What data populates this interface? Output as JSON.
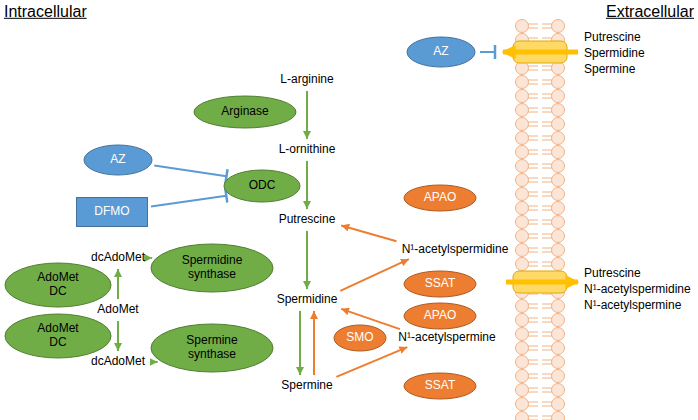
{
  "diagram": {
    "nodes": [
      {
        "text": [
          "L-arginine"
        ]
      },
      {
        "text": [
          "Arginase"
        ]
      },
      {
        "text": [
          "L-ornithine"
        ]
      },
      {
        "text": [
          "AZ"
        ]
      },
      {
        "text": [
          "ODC"
        ]
      },
      {
        "text": [
          "DFMO"
        ]
      },
      {
        "text": [
          "APAO"
        ]
      },
      {
        "text": [
          "Putrescine"
        ]
      },
      {
        "text": [
          "N¹-acetylspermidine"
        ]
      },
      {
        "text": [
          "dcAdoMet"
        ]
      },
      {
        "text": [
          "Spermidine synthase"
        ]
      },
      {
        "text": [
          "AdoMet DC"
        ]
      },
      {
        "text": [
          "SSAT"
        ]
      },
      {
        "text": [
          "Spermidine"
        ]
      },
      {
        "text": [
          "AdoMet"
        ]
      },
      {
        "text": [
          "APAO"
        ]
      },
      {
        "text": [
          "AdoMet DC"
        ]
      },
      {
        "text": [
          "N¹-acetylspermine"
        ]
      },
      {
        "text": [
          "Spermine synthase"
        ]
      },
      {
        "text": [
          "SMO"
        ]
      },
      {
        "text": [
          "dcAdoMet"
        ]
      },
      {
        "text": [
          "Spermine"
        ]
      },
      {
        "text": [
          "SSAT"
        ]
      },
      {
        "text": [
          "AZ"
        ]
      }
    ],
    "edges": [
      {
        "from": 0,
        "to": 2,
        "arrow": "to"
      },
      {
        "from": 2,
        "to": 7,
        "arrow": "to"
      },
      {
        "from": 7,
        "to": 13,
        "arrow": "to"
      },
      {
        "from": 13,
        "to": 21,
        "arrow": "to"
      },
      {
        "from": 21,
        "to": 13,
        "arrow": "to"
      },
      {
        "from": 13,
        "to": 8,
        "arrow": "to"
      },
      {
        "from": 8,
        "to": 7,
        "arrow": "to"
      },
      {
        "from": 21,
        "to": 17,
        "arrow": "to"
      },
      {
        "from": 17,
        "to": 13,
        "arrow": "to"
      },
      {
        "from": 14,
        "to": 9,
        "arrow": "to"
      },
      {
        "from": 14,
        "to": 20,
        "arrow": "to"
      },
      {
        "from": 9,
        "to": 10,
        "arrow": "to"
      },
      {
        "from": 20,
        "to": 18,
        "arrow": "to"
      },
      {
        "from": 3,
        "to": 4,
        "arrow": "to"
      },
      {
        "from": 5,
        "to": 4,
        "arrow": "to"
      }
    ],
    "labels": [
      "Intracellular",
      "Extracellular",
      "Putrescine",
      "Spermidine",
      "Spermine",
      "Putrescine",
      "N¹-acetylspermidine",
      "N¹-acetylspermine"
    ]
  }
}
